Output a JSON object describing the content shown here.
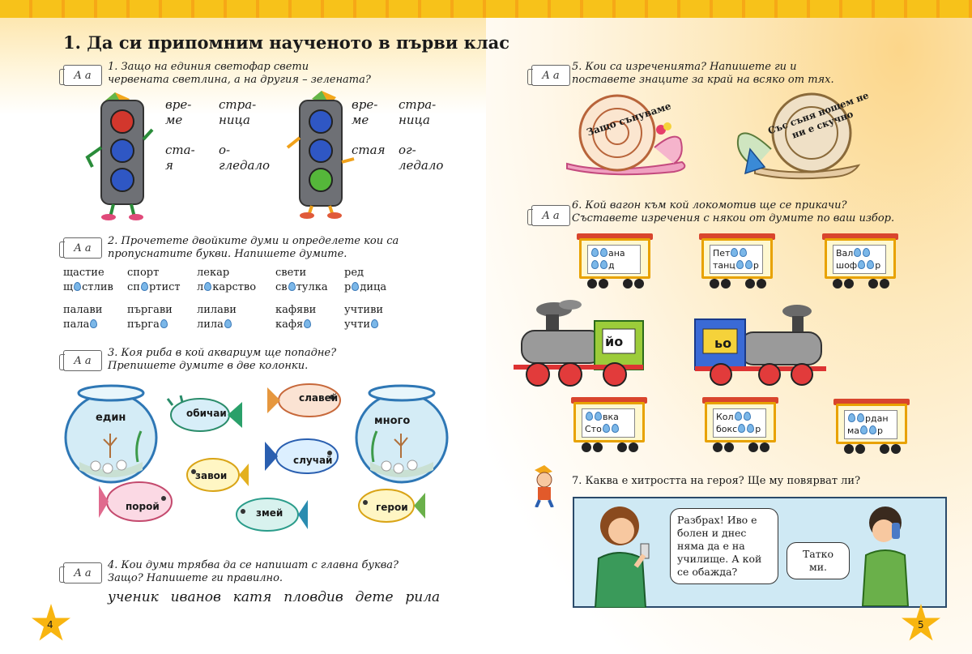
{
  "header": {
    "title": "1. Да си припомним наученото в първи клас",
    "badge_label": "A a"
  },
  "left": {
    "q1": {
      "text_line1": "1. Защо на единия светофар свети",
      "text_line2": "червената светлина, а на другия – зелената?",
      "set_a": [
        "вре-",
        "ме",
        "стра-",
        "ница",
        "ста-",
        "я",
        "о-",
        "гледало"
      ],
      "set_b": [
        "вре-",
        "ме",
        "стра-",
        "ница",
        "стая",
        "ог-",
        "ледало"
      ]
    },
    "q2": {
      "text_line1": "2. Прочетете двойките думи и определете кои са",
      "text_line2": "пропуснатите букви. Напишете думите.",
      "row1": [
        "щастие",
        "спорт",
        "лекар",
        "свети",
        "ред"
      ],
      "row2": [
        [
          "щ",
          "стлив"
        ],
        [
          "сп",
          "ртист"
        ],
        [
          "л",
          "карство"
        ],
        [
          "св",
          "тулка"
        ],
        [
          "р",
          "дица"
        ]
      ],
      "row3": [
        "палави",
        "пъргави",
        "лилави",
        "кафяви",
        "учтиви"
      ],
      "row4": [
        "пала",
        "пърга",
        "лила",
        "кафя",
        "учти"
      ]
    },
    "q3": {
      "text_line1": "3. Коя риба в кой аквариум ще попадне?",
      "text_line2": "Препишете думите в две колонки.",
      "aquarium_left": "един",
      "aquarium_right": "много",
      "fish": [
        "обичаи",
        "славей",
        "случай",
        "завои",
        "порой",
        "змей",
        "герои"
      ]
    },
    "q4": {
      "text_line1": "4. Кои думи трябва да се напишат с главна буква?",
      "text_line2": "Защо? Напишете ги правилно.",
      "words": [
        "ученик",
        "иванов",
        "катя",
        "пловдив",
        "дете",
        "рила"
      ]
    },
    "page_number": "4"
  },
  "right": {
    "q5": {
      "text_line1": "5. Кои са изреченията? Напишете ги и",
      "text_line2": "поставете знаците за край на всяко от тях.",
      "snail1": "Защо сънуваме",
      "snail2": "Със съня нощем не ни е скучно"
    },
    "q6": {
      "text_line1": "6. Кой вагон към кой локомотив ще се прикачи?",
      "text_line2": "Съставете изречения с някои от думите по ваш избор.",
      "wagons_top": [
        {
          "l1": "ана",
          "l2": "д"
        },
        {
          "l1": "Пет",
          "l2": "танц",
          "l2b": "р"
        },
        {
          "l1": "Вал",
          "l2": "шоф",
          "l2b": "р"
        }
      ],
      "loco1": "йо",
      "loco2": "ьо",
      "wagons_bottom": [
        {
          "l1": "вка",
          "l2": "Сто"
        },
        {
          "l1": "Кол",
          "l2": "бокс",
          "l2b": "р"
        },
        {
          "l1": "рдан",
          "l2": "ма",
          "l2b": "р"
        }
      ]
    },
    "q7": {
      "text": "7. Каква е хитростта на героя? Ще му повярват ли?",
      "bubble1": "Разбрах! Иво е болен и днес няма да е на училище. А кой се обажда?",
      "bubble2": "Татко ми."
    },
    "page_number": "5"
  },
  "colors": {
    "strip": "#f7c21a",
    "star": "#f8b510",
    "wagon_frame": "#e8a200",
    "comic_bg": "#cfe9f4",
    "drop": "#7bb7e8"
  }
}
